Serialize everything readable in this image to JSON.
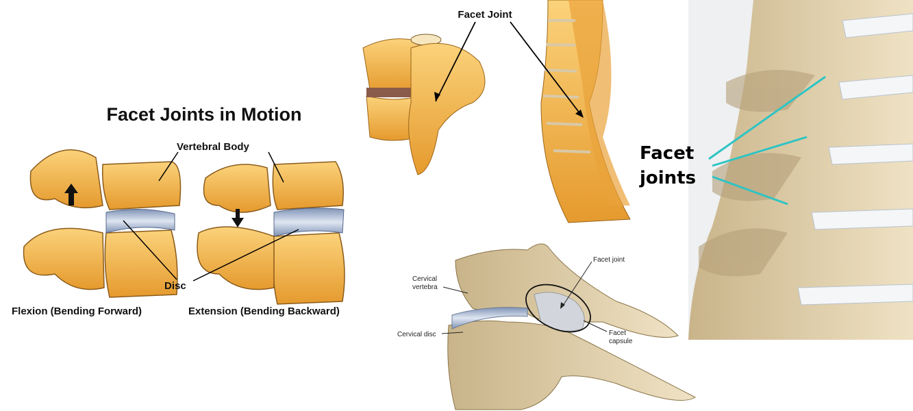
{
  "motion_panel": {
    "title": "Facet Joints in Motion",
    "label_vertebral_body": "Vertebral Body",
    "label_disc": "Disc",
    "caption_flexion": "Flexion (Bending Forward)",
    "caption_extension": "Extension (Bending Backward)"
  },
  "lumbar_panel": {
    "label_facet_joint": "Facet Joint"
  },
  "cervical_spine_panel": {
    "label_facet_joints_line1": "Facet",
    "label_facet_joints_line2": "joints"
  },
  "cervical_vertebra_panel": {
    "label_cervical_vertebra_line1": "Cervical",
    "label_cervical_vertebra_line2": "vertebra",
    "label_cervical_disc": "Cervical disc",
    "label_facet_joint": "Facet joint",
    "label_facet_capsule_line1": "Facet",
    "label_facet_capsule_line2": "capsule"
  },
  "colors": {
    "bone_orange": "#f2b04a",
    "bone_beige": "#d9c49a",
    "disc_blue": "#a9b8d0",
    "pointer_cyan": "#2ec4c4"
  }
}
